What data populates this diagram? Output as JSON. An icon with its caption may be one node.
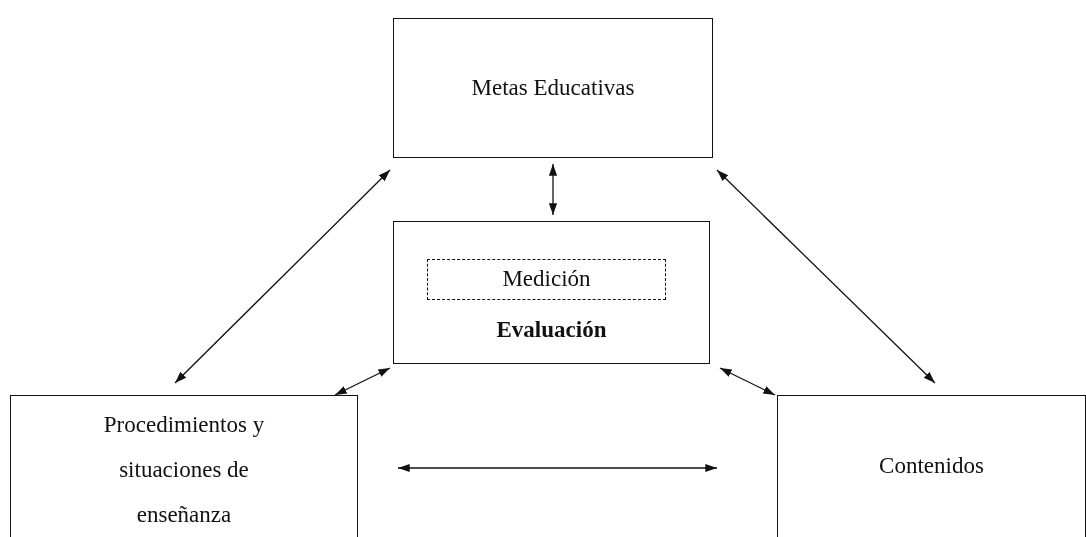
{
  "diagram": {
    "nodes": [
      {
        "text": [
          "Metas Educativas"
        ]
      },
      {
        "text": [
          "Evaluación"
        ]
      },
      {
        "text": [
          "Medición"
        ],
        "in": 1
      },
      {
        "text": [
          "Procedimientos y situaciones de enseñanza"
        ]
      },
      {
        "text": [
          "Contenidos"
        ]
      }
    ],
    "edges": [
      {
        "from": 0,
        "to": 1,
        "arrow": "both"
      },
      {
        "from": 0,
        "to": 3,
        "arrow": "both"
      },
      {
        "from": 0,
        "to": 4,
        "arrow": "both"
      },
      {
        "from": 1,
        "to": 3,
        "arrow": "both"
      },
      {
        "from": 1,
        "to": 4,
        "arrow": "both"
      },
      {
        "from": 3,
        "to": 4,
        "arrow": "both"
      }
    ]
  }
}
